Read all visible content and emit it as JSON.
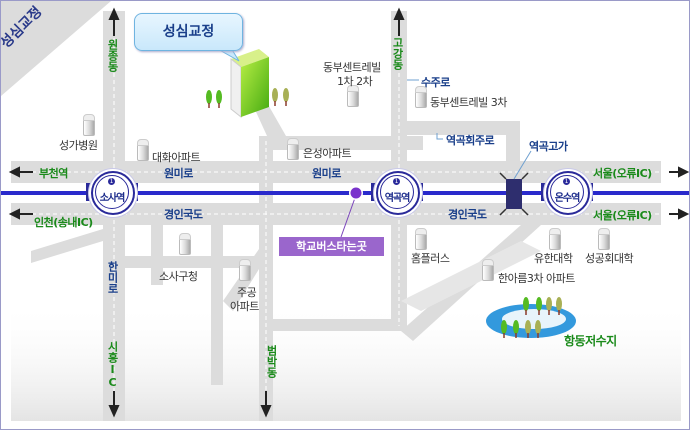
{
  "title": "성심교정",
  "campus_bubble": "성심교정",
  "roads": {
    "wonjong": "원종동",
    "gogang": "고강동",
    "bucheon": "부천역",
    "wonmiro_left": "원미로",
    "wonmiro_center": "원미로",
    "incheon": "인천(송내IC)",
    "gyeongin_left": "경인국도",
    "gyeongin_right": "경인국도",
    "hanmiro": "한미로",
    "siheung": "시흥IC",
    "beombak": "범박동",
    "seoul_top": "서울(오류IC)",
    "seoul_bottom": "서울(오류IC)",
    "sujuro": "수주로",
    "yeokgok_hoeju": "역곡회주로",
    "yeokgok_overpass": "역곡고가"
  },
  "stations": [
    {
      "name": "소사역",
      "line": "1"
    },
    {
      "name": "역곡역",
      "line": "1"
    },
    {
      "name": "온수역",
      "line": "1"
    }
  ],
  "landmarks": {
    "seongga_hospital": "성가병원",
    "daehwa_apt": "대화아파트",
    "dongbu_12": "동부센트레빌",
    "dongbu_12_sub": "1차 2차",
    "dongbu_3": "동부센트레빌 3차",
    "eunseong_apt": "은성아파트",
    "sosa_office": "소사구청",
    "jugong": "주공",
    "jugong_sub": "아파트",
    "homeplus": "홈플러스",
    "yuhan": "유한대학",
    "sungkonghoe": "성공회대학",
    "hanareum": "한아름3차 아파트",
    "hangdong_reservoir": "항동저수지"
  },
  "bus_stop": "학교버스타는곳",
  "colors": {
    "rail": "#2a2acc",
    "road": "#dcdcdc",
    "road_label_blue": "#1a3f8a",
    "road_label_green": "#1a8a1a",
    "bus_stop": "#9a66cc",
    "building_green": "#66cc22"
  }
}
